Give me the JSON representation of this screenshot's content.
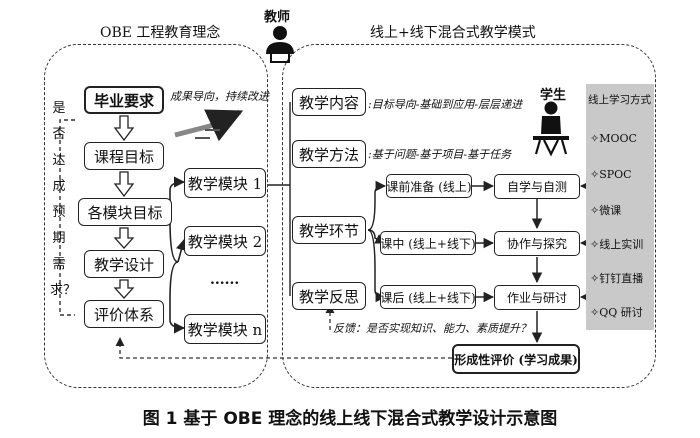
{
  "left_panel": {
    "title": "OBE 工程教育理念",
    "vertical_question": "是否达成预期需求？",
    "annotation": "成果导向，持续改进",
    "steps": [
      "毕业要求",
      "课程目标",
      "各模块目标",
      "教学设计",
      "评价体系"
    ],
    "modules": [
      "教学模块 1",
      "教学模块 2",
      "......",
      "教学模块 n"
    ]
  },
  "teacher_label": "教师",
  "right_panel": {
    "title": "线上+线下混合式教学模式",
    "student_label": "学生",
    "categories": [
      "教学内容",
      "教学方法",
      "教学环节",
      "教学反思"
    ],
    "content_note": ":目标导向-基础到应用-层层递进",
    "method_note": ":基于问题-基于项目-基于任务",
    "stages": [
      {
        "stage": "课前准备 (线上)",
        "activity": "自学与自测"
      },
      {
        "stage": "课中 (线上+线下)",
        "activity": "协作与探究"
      },
      {
        "stage": "课后 (线上+线下)",
        "activity": "作业与研讨"
      }
    ],
    "feedback_note": "反馈：是否实现知识、能力、素质提升？",
    "evaluation": "形成性评价 (学习成果)",
    "online_methods": {
      "title": "线上学习方式",
      "items": [
        "MOOC",
        "SPOC",
        "微课",
        "线上实训",
        "钉钉直播",
        "QQ 研讨"
      ]
    }
  },
  "caption": "图 1  基于 OBE 理念的线上线下混合式教学设计示意图"
}
